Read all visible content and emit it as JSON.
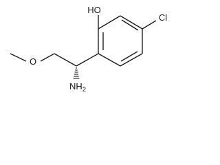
{
  "molecule": {
    "labels": {
      "hydroxyl": "HO",
      "chloro": "Cl",
      "methoxy_oxygen": "O",
      "amine": "NH",
      "amine_subscript": "2"
    },
    "stereo_bond": "hashed-wedge",
    "colors": {
      "ink": "#1a1a1a",
      "background": "#ffffff"
    }
  }
}
